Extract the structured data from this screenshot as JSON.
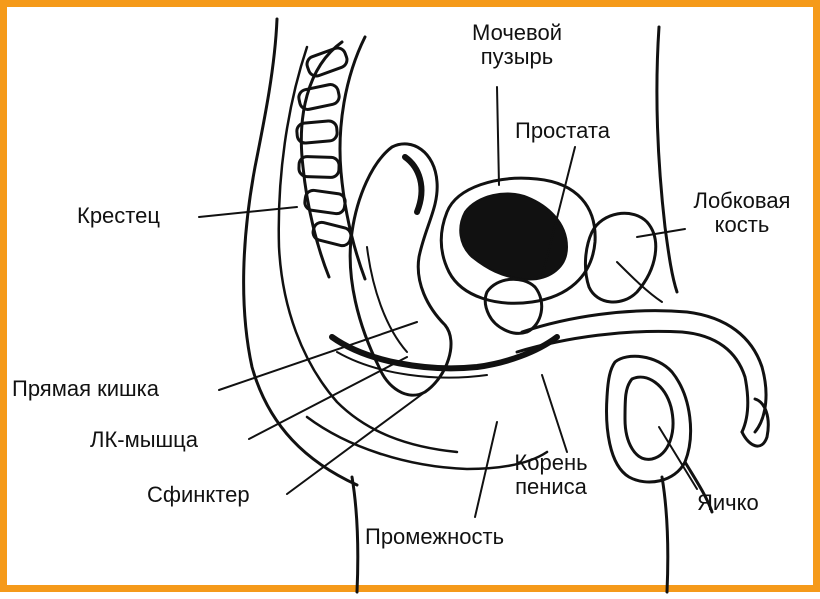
{
  "colors": {
    "border": "#f59a1a",
    "ink": "#111111",
    "background": "#ffffff"
  },
  "labels": {
    "bladder": [
      "Мочевой",
      "пузырь"
    ],
    "prostate": "Простата",
    "sacrum": "Крестец",
    "pubic_bone": [
      "Лобковая",
      "кость"
    ],
    "rectum": "Прямая кишка",
    "levator_muscle": "ЛК-мышца",
    "sphincter": "Сфинктер",
    "penis_root": [
      "Корень",
      "пениса"
    ],
    "testicle": "Яичко",
    "perineum": "Промежность"
  }
}
